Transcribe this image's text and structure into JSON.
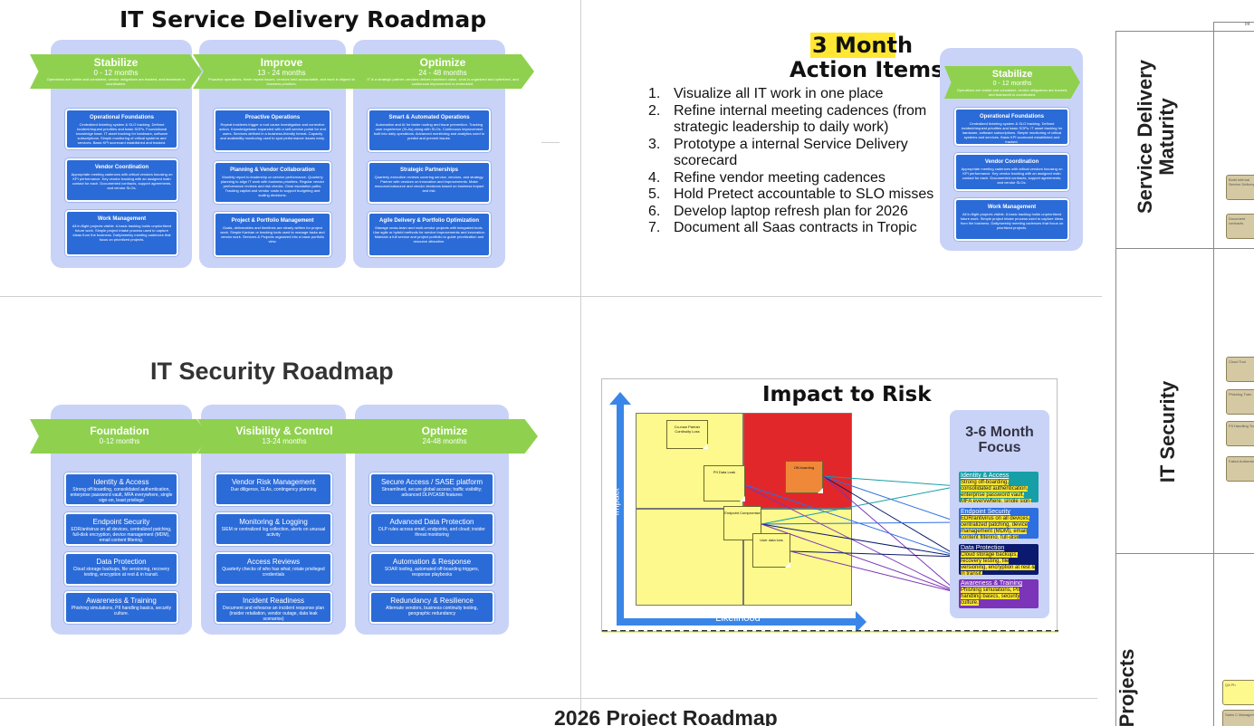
{
  "service_roadmap": {
    "title": "IT Service Delivery Roadmap",
    "phases": [
      {
        "name": "Stabilize",
        "period": "0 - 12 months",
        "desc": "Operations are visible and consistent, vendor obligations are tracked, and teamwork is coordinated."
      },
      {
        "name": "Improve",
        "period": "13 - 24 months",
        "desc": "Proactive operations, fewer repeat issues, vendors held accountable, and work is aligned to business priorities."
      },
      {
        "name": "Optimize",
        "period": "24 - 48 months",
        "desc": "IT is a strategic partner, vendors deliver maximum value, work is organized and optimized, and continuous improvement is embedded."
      }
    ],
    "cards": [
      [
        {
          "title": "Operational Foundations",
          "desc": "Centralized ticketing system & SLO tracking. Defined incident/request priorities and basic SOPs. Foundational knowledge base. IT asset tracking for hardware, software subscriptions. Simple monitoring of critical systems and services. Basic KPI scorecard established and tracked."
        },
        {
          "title": "Vendor Coordination",
          "desc": "Appropriate meeting cadences with critical vendors focusing on KPI performance. Key vendor tracking with an assigned main contact for each. Documented contracts, support agreements, and vendor SLOs."
        },
        {
          "title": "Work Management",
          "desc": "All in-flight projects visible. A basic backlog holds unprioritized future work. Simple project intake process used to capture ideas from the business. Daily/weekly meeting cadences that focus on prioritized projects."
        }
      ],
      [
        {
          "title": "Proactive Operations",
          "desc": "Repeat incidents trigger a root cause investigation and corrective action. Knowledgebase expanded with a self-service portal for end users. Services defined in a business-friendly format. Capacity and availability monitoring used to spot performance issues early."
        },
        {
          "title": "Planning & Vendor Collaboration",
          "desc": "Monthly report to leadership on service performance. Quarterly planning to align IT work with business priorities. Regular vendor performance reviews and risk checks. Clear escalation paths. Tracking capital and vendor costs to support budgeting and scaling decisions."
        },
        {
          "title": "Project & Portfolio Management",
          "desc": "Goals, deliverables and timelines are clearly written for project work. Simple Kanban or tracking tools used to manage tasks and vendor work. Services & Projects organized into a basic portfolio view."
        }
      ],
      [
        {
          "title": "Smart & Automated Operations",
          "desc": "Automation and AI for faster routing and issue prevention. Tracking user experience (XLAs) along with SLOs. Continuous improvement built into daily operations. Advanced monitoring and analytics used to predict and prevent issues."
        },
        {
          "title": "Strategic Partnerships",
          "desc": "Quarterly executive reviews covering service, vendors, and strategy. Partner with vendors on innovation and improvements. Make resource/outsource and vendor decisions based on business impact and risk."
        },
        {
          "title": "Agile Delivery & Portfolio Optimization",
          "desc": "Manage cross-team and multi-vendor projects with integrated tools. Use agile or hybrid methods for service improvements and innovation. Maintain a full service and project portfolio to guide prioritization and resource allocation."
        }
      ]
    ]
  },
  "action_items": {
    "title_highlight": "3 Month",
    "title_rest": "Action Items",
    "items": [
      {
        "num": "1.",
        "lines": [
          "Visualize all IT work in one place"
        ]
      },
      {
        "num": "2.",
        "lines": [
          "Refine internal meeting cadences (from",
          "strategic leadership to daily work)"
        ]
      },
      {
        "num": "3.",
        "lines": [
          "Prototype a internal Service Delivery",
          "scorecard"
        ]
      },
      {
        "num": "4.",
        "lines": [
          "Refine vendor meeting cadences"
        ]
      },
      {
        "num": "5.",
        "lines": [
          "Hold Pretect accountable to SLO misses"
        ]
      },
      {
        "num": "6.",
        "lines": [
          "Develop laptop refresh plan for 2026"
        ]
      },
      {
        "num": "7.",
        "lines": [
          "Document all Saas contracts in Tropic"
        ]
      }
    ],
    "mini_phase": {
      "name": "Stabilize",
      "period": "0 - 12 months",
      "desc": "Operations are visible and consistent, vendor obligations are tracked, and teamwork is coordinated."
    },
    "mini_cards": [
      {
        "title": "Operational Foundations",
        "desc": "Centralized ticketing system & SLO tracking. Defined incident/request priorities and basic SOPs. IT asset tracking for hardware, software subscriptions. Simple monitoring of critical systems and services. Basic KPI scorecard established and tracked."
      },
      {
        "title": "Vendor Coordination",
        "desc": "Appropriate meeting cadences with critical vendors focusing on KPI performance. Key vendor tracking with an assigned main contact for each. Documented contracts, support agreements, and vendor SLOs."
      },
      {
        "title": "Work Management",
        "desc": "All in-flight projects visible. A basic backlog holds unprioritized future work. Simple project intake process used to capture ideas from the business. Daily/weekly meeting cadences that focus on prioritized projects."
      }
    ]
  },
  "security_roadmap": {
    "title": "IT Security Roadmap",
    "phases": [
      {
        "name": "Foundation",
        "period": "0-12 months"
      },
      {
        "name": "Visibility & Control",
        "period": "13-24 months"
      },
      {
        "name": "Optimize",
        "period": "24-48 months"
      }
    ],
    "cards": [
      [
        {
          "title": "Identity & Access",
          "desc": "Strong off-boarding, consolidated authentication, enterprise password vault, MFA everywhere, single sign-on, least privilege"
        },
        {
          "title": "Endpoint Security",
          "desc": "EDR/antivirus on all devices, centralized patching, full-disk encryption, device management (MDM), email content filtering."
        },
        {
          "title": "Data Protection",
          "desc": "Cloud storage backups, file versioning, recovery testing, encryption at rest & in transit."
        },
        {
          "title": "Awareness & Training",
          "desc": "Phishing simulations, PII handling basics, security culture."
        }
      ],
      [
        {
          "title": "Vendor Risk Management",
          "desc": "Due diligence, SLAs, contingency planning"
        },
        {
          "title": "Monitoring & Logging",
          "desc": "SIEM or centralized log collection, alerts on unusual activity"
        },
        {
          "title": "Access Reviews",
          "desc": "Quarterly checks of who has what; rotate privileged credentials"
        },
        {
          "title": "Incident Readiness",
          "desc": "Document and rehearse an incident response plan (insider retaliation, vendor outage, data leak scenarios)"
        }
      ],
      [
        {
          "title": "Secure Access / SASE platform",
          "desc": "Streamlined, secure global access; traffic visibility; advanced DLP/CASB features"
        },
        {
          "title": "Advanced Data Protection",
          "desc": "DLP rules across email, endpoints, and cloud; insider threat monitoring"
        },
        {
          "title": "Automation & Response",
          "desc": "SOAR tooling, automated off-boarding triggers, response playbooks"
        },
        {
          "title": "Redundancy & Resilience",
          "desc": "Alternate vendors, business continuity testing, geographic redundancy"
        }
      ]
    ]
  },
  "risk": {
    "title": "Impact to Risk",
    "x_axis": "Likelihood",
    "y_axis": "Impact",
    "notes": [
      {
        "id": "co-man",
        "label": "Co-man Partner Continuity Loss"
      },
      {
        "id": "pii",
        "label": "PII Data Leak"
      },
      {
        "id": "offboarding",
        "label": "Off-boarding"
      },
      {
        "id": "endpoint",
        "label": "Endpoint Compromise"
      },
      {
        "id": "userdata",
        "label": "User data loss"
      }
    ],
    "focus_title": "3-6 Month Focus",
    "focus": [
      {
        "title": "Identity & Access",
        "desc": "Strong off-boarding, consolidated authentication, enterprise password vault, MFA everywhere, single sign-on, least privilege",
        "color": "#179fa8"
      },
      {
        "title": "Endpoint Security",
        "desc": "EDR/antivirus on all devices, centralized patching, device management (MDM), email content filtering, full-disk encryption.",
        "color": "#2e6fe0"
      },
      {
        "title": "Data Protection",
        "desc": "Cloud storage backups, recovery testing, file versioning, encryption at rest & in transit.",
        "color": "#0b1a6e"
      },
      {
        "title": "Awareness & Training",
        "desc": "Phishing simulations, PII handling basics, security culture.",
        "color": "#7c34b8"
      }
    ]
  },
  "right_panel": {
    "top_label": "Int",
    "rows": [
      {
        "label": "Service Delivery Maturity",
        "line1": "Service Delivery",
        "line2": "Maturity",
        "items": [
          "Build internal Service Delivery",
          "Document contracts"
        ]
      },
      {
        "label": "IT Security",
        "line1": "IT Security",
        "line2": "",
        "items": [
          "Cloud Tool",
          "Phishing Train",
          "PII Handling Train",
          "Failed Authentic"
        ]
      },
      {
        "label": "Projects",
        "line1": "Projects",
        "line2": "",
        "items": [
          "QA Ph",
          "Sales C Managem"
        ]
      }
    ]
  },
  "project_roadmap": {
    "title": "2026 Project Roadmap"
  },
  "colors": {
    "chevron": "#8fd14f",
    "column_bg": "#c9d3f7",
    "card": "#2b6bd8",
    "highlight": "#ffe733",
    "risk_red": "#e2272a",
    "risk_yellow": "#fdf98c",
    "arrow_blue": "#3a86e8"
  }
}
